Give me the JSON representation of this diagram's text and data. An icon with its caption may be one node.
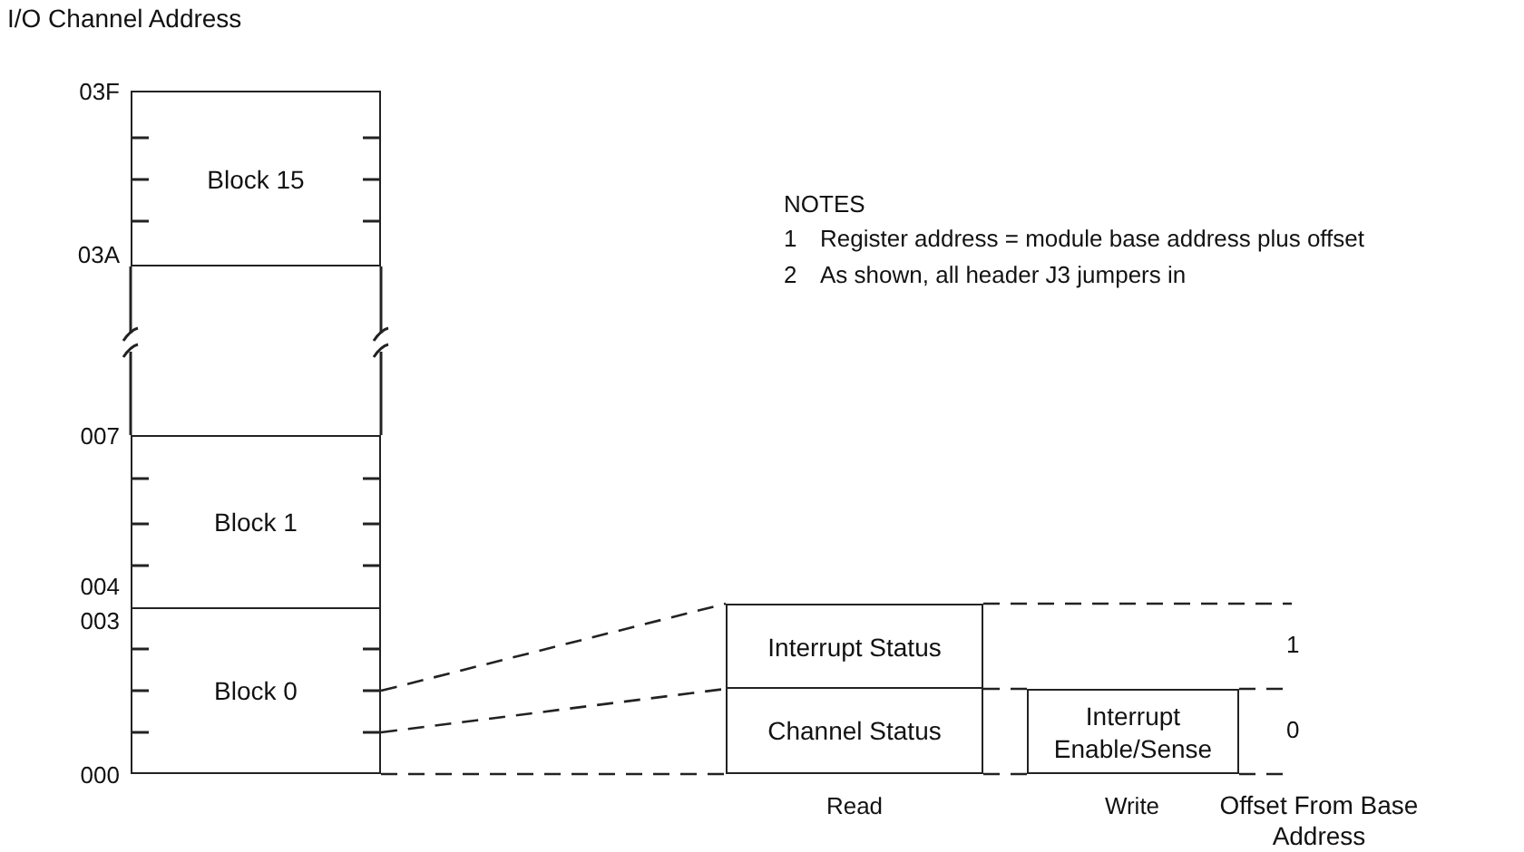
{
  "diagram": {
    "nodes": [
      {
        "text": [
          "Block 15"
        ]
      },
      {
        "text": [
          "Block 1"
        ]
      },
      {
        "text": [
          "Block 0"
        ]
      },
      {
        "text": [
          "Interrupt Status"
        ]
      },
      {
        "text": [
          "Channel Status"
        ]
      },
      {
        "text": [
          "Interrupt Enable/Sense"
        ]
      }
    ],
    "edges": [
      {
        "from": 2,
        "to": 3,
        "arrow": "none",
        "style": "dashed"
      },
      {
        "from": 2,
        "to": 4,
        "arrow": "none",
        "style": "dashed"
      },
      {
        "from": 2,
        "to": 4,
        "arrow": "none",
        "style": "dashed"
      },
      {
        "from": 3,
        "to": 5,
        "arrow": "none",
        "style": "dashed"
      },
      {
        "from": 4,
        "to": 5,
        "arrow": "none",
        "style": "dashed"
      }
    ],
    "labels": [
      "I/O Channel Address",
      "03F",
      "03A",
      "NOTES",
      "1",
      "Register address = module base address plus offset",
      "2",
      "As shown, all header J3 jumpers in",
      "007",
      "004",
      "003",
      "1",
      "0",
      "000",
      "Read",
      "Write",
      "Offset From Base Address"
    ]
  }
}
